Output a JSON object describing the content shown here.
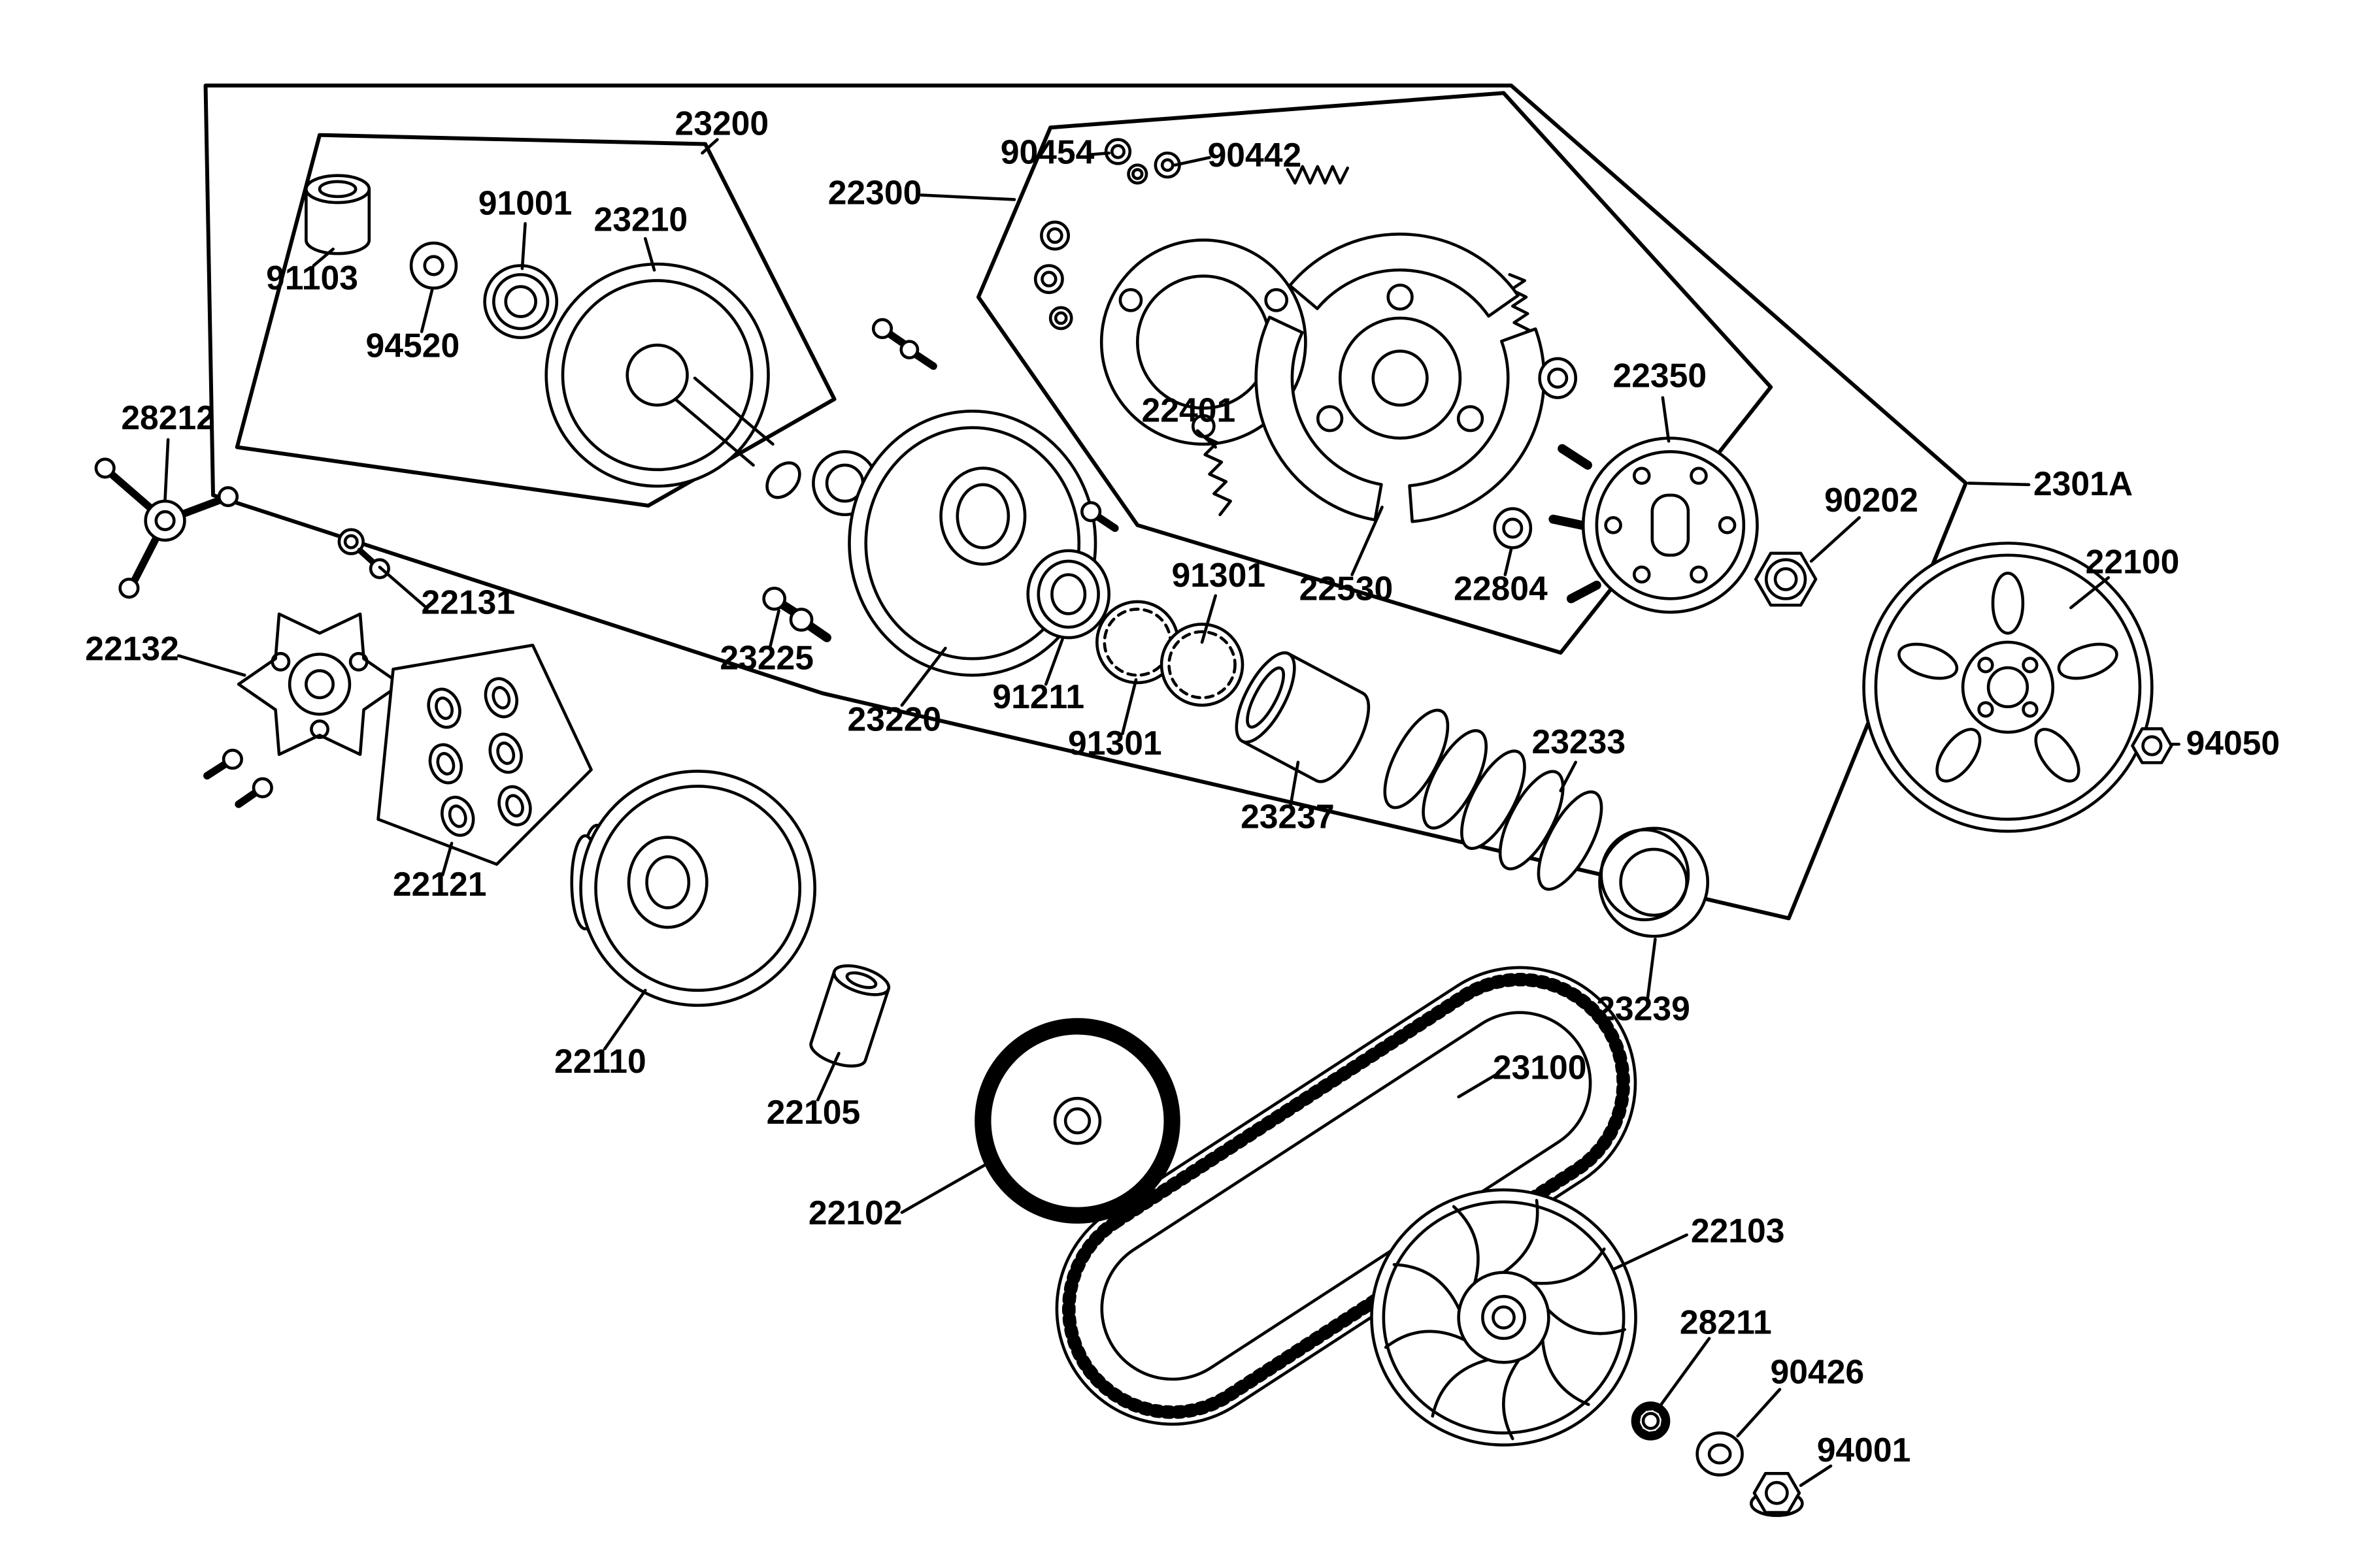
{
  "figure": {
    "type": "exploded-parts-diagram",
    "background_color": "#ffffff",
    "line_color": "#000000",
    "text_color": "#000000"
  },
  "labels": [
    {
      "number": "23200"
    },
    {
      "number": "91103"
    },
    {
      "number": "91001"
    },
    {
      "number": "94520"
    },
    {
      "number": "23210"
    },
    {
      "number": "22300"
    },
    {
      "number": "90454"
    },
    {
      "number": "90442"
    },
    {
      "number": "22401"
    },
    {
      "number": "22350"
    },
    {
      "number": "22530"
    },
    {
      "number": "22804"
    },
    {
      "number": "90202"
    },
    {
      "number": "2301A"
    },
    {
      "number": "22100"
    },
    {
      "number": "94050"
    },
    {
      "number": "28212"
    },
    {
      "number": "22131"
    },
    {
      "number": "22132"
    },
    {
      "number": "23225"
    },
    {
      "number": "23220"
    },
    {
      "number": "91211"
    },
    {
      "number": "91301"
    },
    {
      "number": "91301"
    },
    {
      "number": "23237"
    },
    {
      "number": "23233"
    },
    {
      "number": "23239"
    },
    {
      "number": "22121"
    },
    {
      "number": "22110"
    },
    {
      "number": "22105"
    },
    {
      "number": "22102"
    },
    {
      "number": "23100"
    },
    {
      "number": "22103"
    },
    {
      "number": "28211"
    },
    {
      "number": "90426"
    },
    {
      "number": "94001"
    }
  ]
}
